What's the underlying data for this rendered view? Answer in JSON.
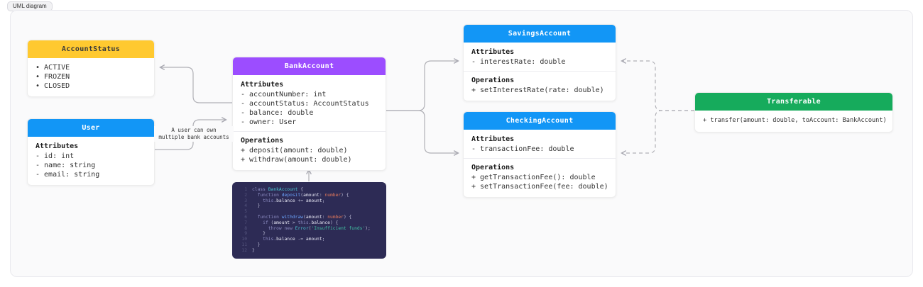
{
  "page": {
    "tag_label": "UML diagram"
  },
  "colors": {
    "canvas_bg": "#fafafb",
    "header_yellow": "#ffc930",
    "header_blue": "#1296f6",
    "header_purple": "#9c4dff",
    "header_green": "#16ab5c",
    "code_bg": "#2d2b55",
    "edge_stroke": "#b0b0b6"
  },
  "classes": {
    "account_status": {
      "title": "AccountStatus",
      "values": [
        "• ACTIVE",
        "• FROZEN",
        "• CLOSED"
      ]
    },
    "user": {
      "title": "User",
      "attributes_label": "Attributes",
      "attributes": [
        "- id: int",
        "- name: string",
        "- email: string"
      ]
    },
    "bank_account": {
      "title": "BankAccount",
      "attributes_label": "Attributes",
      "attributes": [
        "- accountNumber: int",
        "- accountStatus: AccountStatus",
        "- balance: double",
        "- owner: User"
      ],
      "operations_label": "Operations",
      "operations": [
        "+ deposit(amount: double)",
        "+ withdraw(amount: double)"
      ]
    },
    "savings_account": {
      "title": "SavingsAccount",
      "attributes_label": "Attributes",
      "attributes": [
        "- interestRate: double"
      ],
      "operations_label": "Operations",
      "operations": [
        "+ setInterestRate(rate: double)"
      ]
    },
    "checking_account": {
      "title": "CheckingAccount",
      "attributes_label": "Attributes",
      "attributes": [
        "- transactionFee: double"
      ],
      "operations_label": "Operations",
      "operations": [
        "+ getTransactionFee(): double",
        "+ setTransactionFee(fee: double)"
      ]
    },
    "transferable": {
      "title": "Transferable",
      "operations": [
        "+ transfer(amount: double, toAccount: BankAccount)"
      ]
    }
  },
  "edge_label": {
    "line1": "A user can own",
    "line2": "multiple bank accounts"
  },
  "code": {
    "lines": [
      [
        {
          "c": "k",
          "t": "class "
        },
        {
          "c": "y",
          "t": "BankAccount"
        },
        {
          "c": "p",
          "t": " {"
        }
      ],
      [
        {
          "c": "p",
          "t": "  "
        },
        {
          "c": "k",
          "t": "function "
        },
        {
          "c": "f",
          "t": "deposit"
        },
        {
          "c": "p",
          "t": "("
        },
        {
          "c": "v",
          "t": "amount"
        },
        {
          "c": "p",
          "t": ": "
        },
        {
          "c": "o",
          "t": "number"
        },
        {
          "c": "p",
          "t": ") {"
        }
      ],
      [
        {
          "c": "p",
          "t": "    "
        },
        {
          "c": "k",
          "t": "this"
        },
        {
          "c": "p",
          "t": "."
        },
        {
          "c": "v",
          "t": "balance"
        },
        {
          "c": "p",
          "t": " += "
        },
        {
          "c": "v",
          "t": "amount"
        },
        {
          "c": "p",
          "t": ";"
        }
      ],
      [
        {
          "c": "p",
          "t": "  }"
        }
      ],
      [],
      [
        {
          "c": "p",
          "t": "  "
        },
        {
          "c": "k",
          "t": "function "
        },
        {
          "c": "f",
          "t": "withdraw"
        },
        {
          "c": "p",
          "t": "("
        },
        {
          "c": "v",
          "t": "amount"
        },
        {
          "c": "p",
          "t": ": "
        },
        {
          "c": "o",
          "t": "number"
        },
        {
          "c": "p",
          "t": ") {"
        }
      ],
      [
        {
          "c": "p",
          "t": "    "
        },
        {
          "c": "k",
          "t": "if "
        },
        {
          "c": "p",
          "t": "("
        },
        {
          "c": "v",
          "t": "amount"
        },
        {
          "c": "p",
          "t": " > "
        },
        {
          "c": "k",
          "t": "this"
        },
        {
          "c": "p",
          "t": "."
        },
        {
          "c": "v",
          "t": "balance"
        },
        {
          "c": "p",
          "t": ") {"
        }
      ],
      [
        {
          "c": "p",
          "t": "      "
        },
        {
          "c": "k",
          "t": "throw new "
        },
        {
          "c": "y",
          "t": "Error"
        },
        {
          "c": "p",
          "t": "("
        },
        {
          "c": "s",
          "t": "'Insufficient funds'"
        },
        {
          "c": "p",
          "t": ");"
        }
      ],
      [
        {
          "c": "p",
          "t": "    }"
        }
      ],
      [
        {
          "c": "p",
          "t": "    "
        },
        {
          "c": "k",
          "t": "this"
        },
        {
          "c": "p",
          "t": "."
        },
        {
          "c": "v",
          "t": "balance"
        },
        {
          "c": "p",
          "t": " -= "
        },
        {
          "c": "v",
          "t": "amount"
        },
        {
          "c": "p",
          "t": ";"
        }
      ],
      [
        {
          "c": "p",
          "t": "  }"
        }
      ],
      [
        {
          "c": "p",
          "t": "}"
        }
      ]
    ]
  }
}
